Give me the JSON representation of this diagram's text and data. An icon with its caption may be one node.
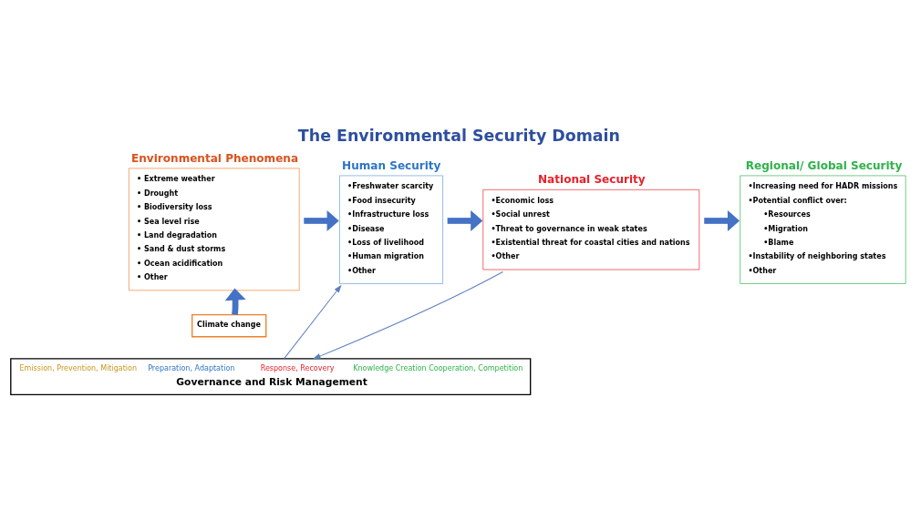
{
  "diagram": {
    "title": "The Environmental Security Domain",
    "nodes": [
      {
        "text": [
          "Environmental Phenomena",
          "• Extreme weather",
          "• Drought",
          "• Biodiversity loss",
          "• Sea level rise",
          "• Land degradation",
          "• Sand & dust storms",
          "• Ocean acidification",
          "• Other"
        ]
      },
      {
        "text": [
          "Climate change"
        ]
      },
      {
        "text": [
          "Human Security",
          "•Freshwater scarcity",
          "•Food insecurity",
          "•Infrastructure loss",
          "•Disease",
          "•Loss of livelihood",
          "•Human migration",
          "•Other"
        ]
      },
      {
        "text": [
          "National Security",
          "•Economic loss",
          "•Social unrest",
          "•Threat to governance in weak states",
          "•Existential threat for coastal cities and nations",
          "•Other"
        ]
      },
      {
        "text": [
          "Regional/ Global Security",
          "•Increasing need for HADR missions",
          "•Potential conflict over:",
          "•Resources",
          "•Migration",
          "•Blame",
          "•Instability of neighboring states",
          "•Other"
        ]
      },
      {
        "text": [
          "Emission, Prevention, Mitigation",
          "Preparation, Adaptation",
          "Response, Recovery",
          "Knowledge Creation Cooperation, Competition",
          "Governance and Risk Management"
        ]
      }
    ],
    "edges": [
      {
        "from": 1,
        "to": 0,
        "arrow": "to"
      },
      {
        "from": 0,
        "to": 2,
        "arrow": "to"
      },
      {
        "from": 2,
        "to": 3,
        "arrow": "to"
      },
      {
        "from": 3,
        "to": 4,
        "arrow": "to"
      },
      {
        "from": 5,
        "to": 2,
        "arrow": "to",
        "color": "#5b7fc0"
      },
      {
        "from": 3,
        "to": 5,
        "arrow": "to",
        "color": "#5b7fc0"
      }
    ]
  }
}
